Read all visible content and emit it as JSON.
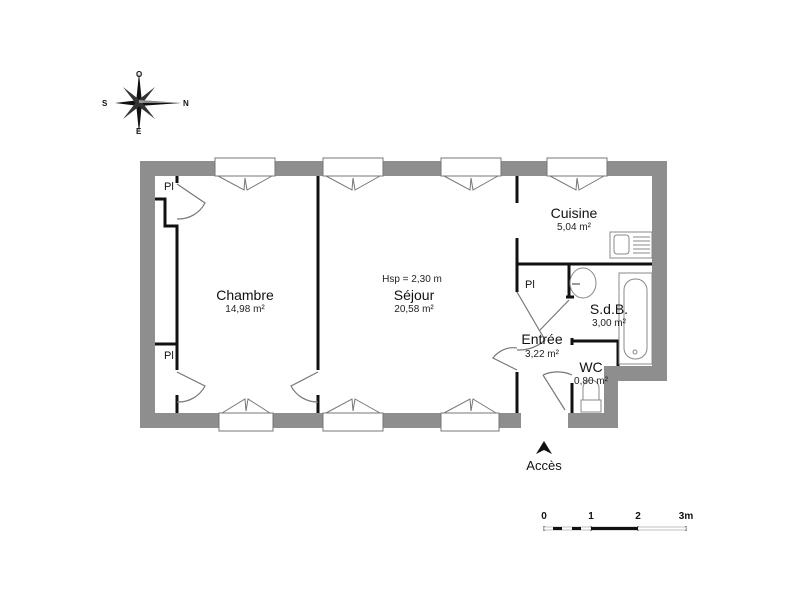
{
  "compass": {
    "north": "N",
    "south": "S",
    "east": "E",
    "west": "O"
  },
  "rooms": {
    "chambre": {
      "name": "Chambre",
      "area": "14,98 m²"
    },
    "sejour": {
      "height_note": "Hsp = 2,30 m",
      "name": "Séjour",
      "area": "20,58 m²"
    },
    "cuisine": {
      "name": "Cuisine",
      "area": "5,04 m²"
    },
    "sdb": {
      "name": "S.d.B.",
      "area": "3,00 m²"
    },
    "entree": {
      "name": "Entrée",
      "area": "3,22 m²"
    },
    "wc": {
      "name": "WC",
      "area": "0,80 m²"
    }
  },
  "closets": [
    "Pl",
    "Pl",
    "Pl"
  ],
  "access": {
    "label": "Accès"
  },
  "scale": {
    "ticks": [
      "0",
      "1",
      "2",
      "3m"
    ]
  },
  "colors": {
    "wall": "#8e8e8e",
    "line": "#111111",
    "fixture": "#888888"
  }
}
